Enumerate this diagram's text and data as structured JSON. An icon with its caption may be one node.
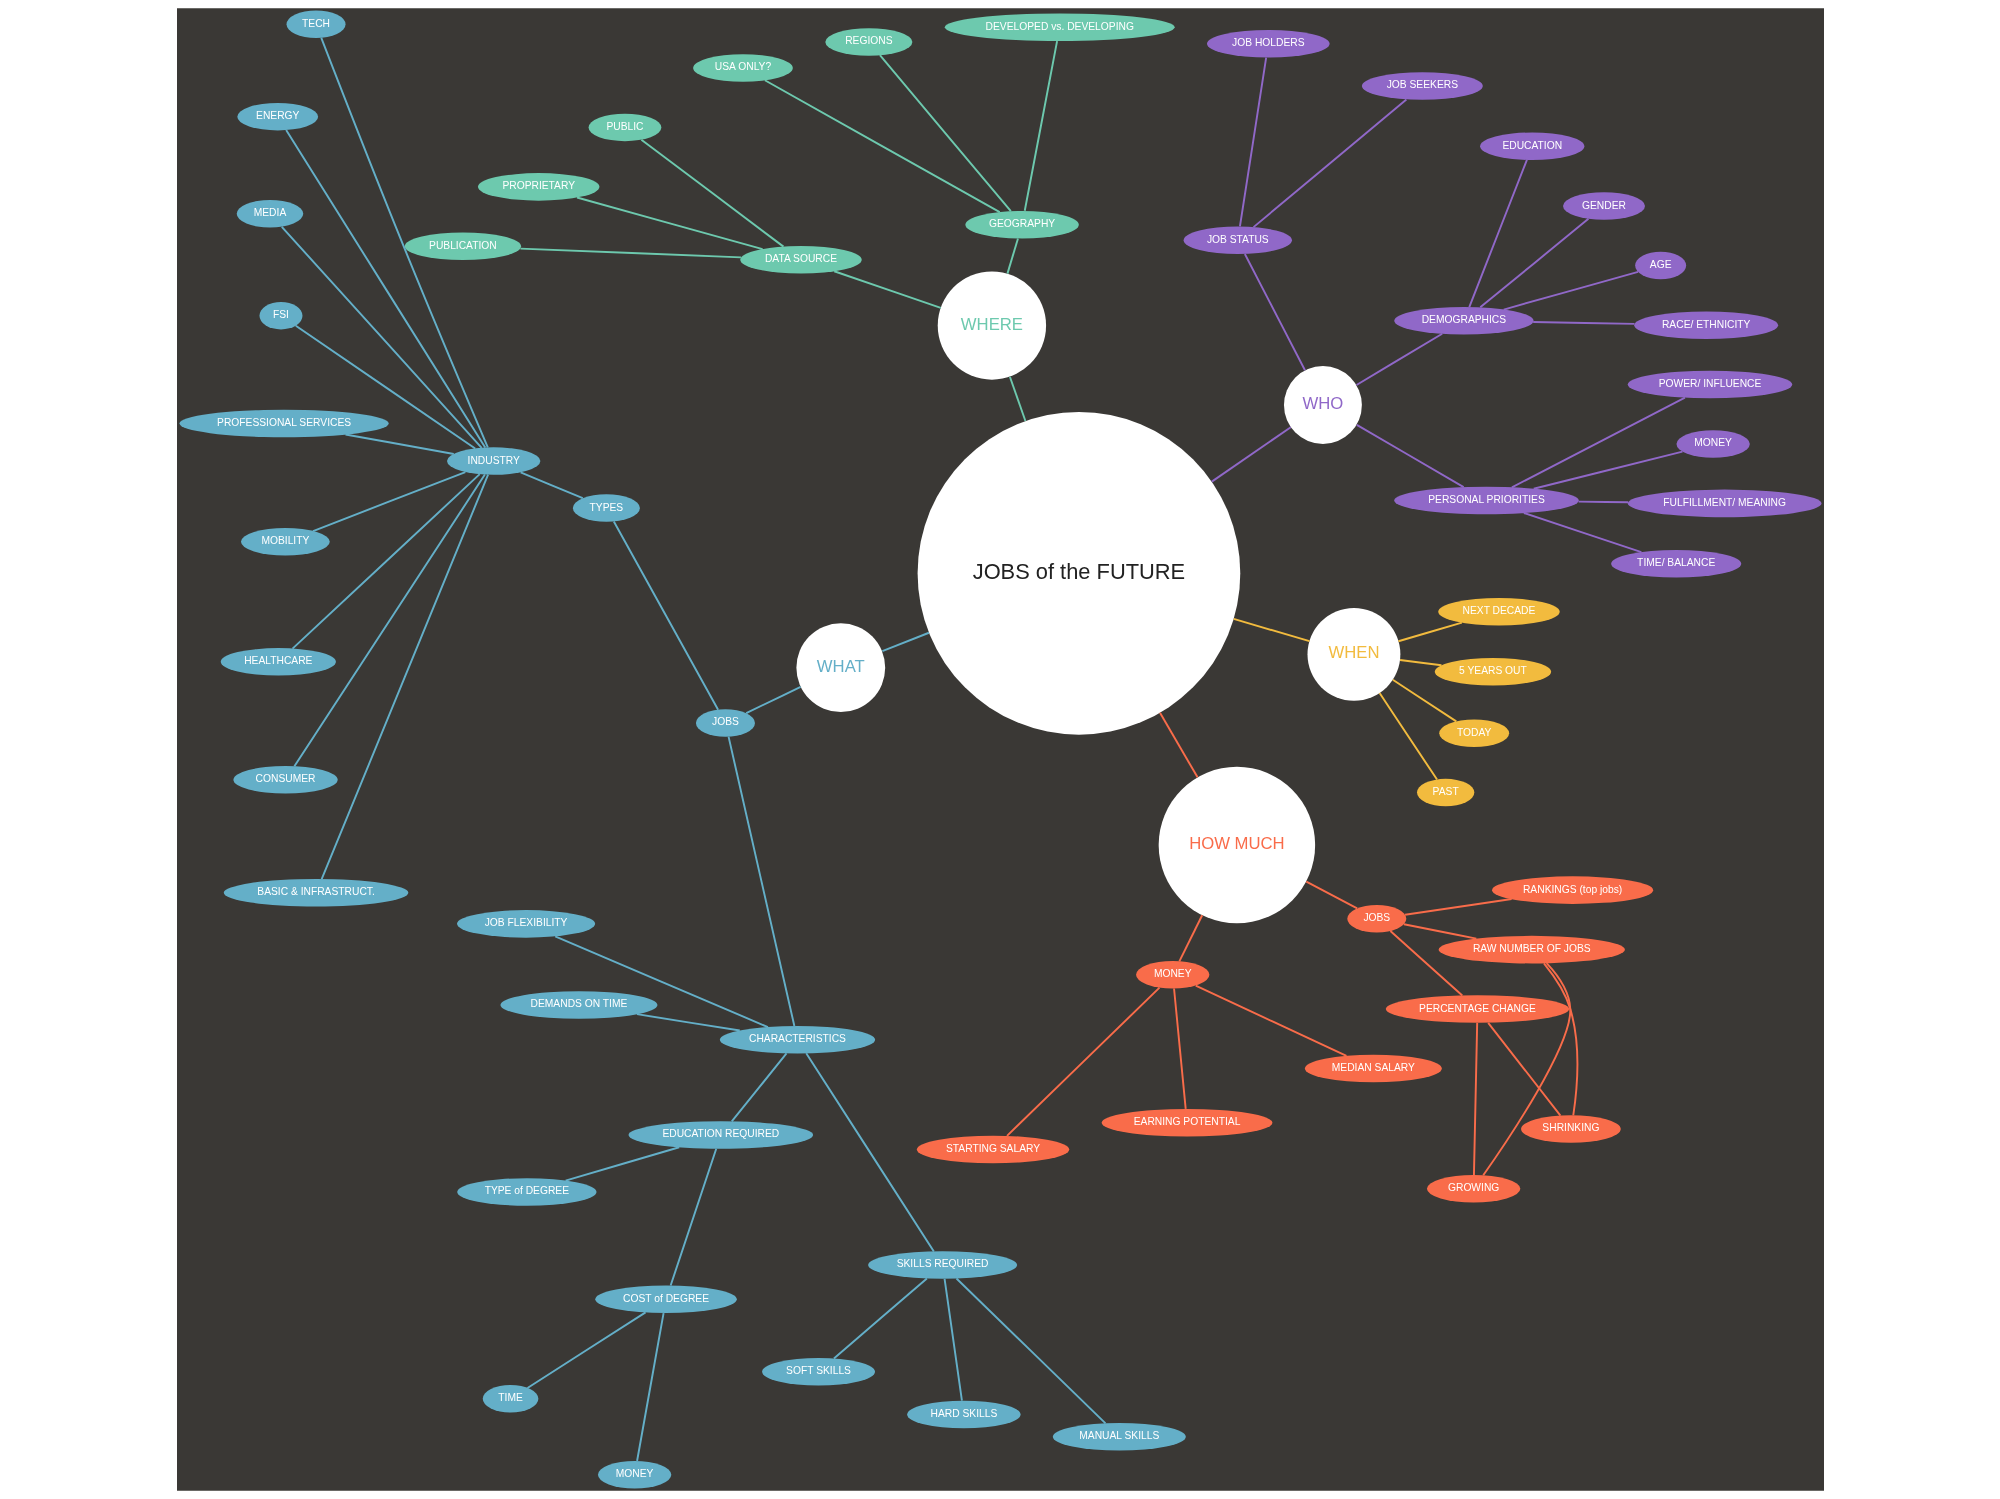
{
  "diagram": {
    "nodes": [
      {
        "text": [
          "JOBS of the FUTURE"
        ]
      },
      {
        "text": [
          "WHO"
        ]
      },
      {
        "text": [
          "WHERE"
        ]
      },
      {
        "text": [
          "WHAT"
        ]
      },
      {
        "text": [
          "HOW MUCH"
        ]
      },
      {
        "text": [
          "WHEN"
        ]
      },
      {
        "text": [
          "PERSONAL PRIORITIES"
        ]
      },
      {
        "text": [
          "TIME/ BALANCE"
        ]
      },
      {
        "text": [
          "FULFILLMENT/ MEANING"
        ]
      },
      {
        "text": [
          "MONEY"
        ]
      },
      {
        "text": [
          "POWER/ INFLUENCE"
        ]
      },
      {
        "text": [
          "DEMOGRAPHICS"
        ]
      },
      {
        "text": [
          "RACE/ ETHNICITY"
        ]
      },
      {
        "text": [
          "AGE"
        ]
      },
      {
        "text": [
          "GENDER"
        ]
      },
      {
        "text": [
          "EDUCATION"
        ]
      },
      {
        "text": [
          "JOB STATUS"
        ]
      },
      {
        "text": [
          "JOB SEEKERS"
        ]
      },
      {
        "text": [
          "JOB HOLDERS"
        ]
      },
      {
        "text": [
          "GEOGRAPHY"
        ]
      },
      {
        "text": [
          "DEVELOPED vs. DEVELOPING"
        ]
      },
      {
        "text": [
          "REGIONS"
        ]
      },
      {
        "text": [
          "USA ONLY?"
        ]
      },
      {
        "text": [
          "DATA SOURCE"
        ]
      },
      {
        "text": [
          "PUBLIC"
        ]
      },
      {
        "text": [
          "PROPRIETARY"
        ]
      },
      {
        "text": [
          "PUBLICATION"
        ]
      },
      {
        "text": [
          "JOBS"
        ]
      },
      {
        "text": [
          "TYPES"
        ]
      },
      {
        "text": [
          "INDUSTRY"
        ]
      },
      {
        "text": [
          "TECH"
        ]
      },
      {
        "text": [
          "ENERGY"
        ]
      },
      {
        "text": [
          "MEDIA"
        ]
      },
      {
        "text": [
          "FSI"
        ]
      },
      {
        "text": [
          "PROFESSIONAL SERVICES"
        ]
      },
      {
        "text": [
          "MOBILITY"
        ]
      },
      {
        "text": [
          "HEALTHCARE"
        ]
      },
      {
        "text": [
          "CONSUMER"
        ]
      },
      {
        "text": [
          "BASIC & INFRASTRUCT."
        ]
      },
      {
        "text": [
          "CHARACTERISTICS"
        ]
      },
      {
        "text": [
          "JOB FLEXIBILITY"
        ]
      },
      {
        "text": [
          "DEMANDS ON TIME"
        ]
      },
      {
        "text": [
          "EDUCATION REQUIRED"
        ]
      },
      {
        "text": [
          "TYPE of DEGREE"
        ]
      },
      {
        "text": [
          "COST of DEGREE"
        ]
      },
      {
        "text": [
          "TIME"
        ]
      },
      {
        "text": [
          "MONEY"
        ]
      },
      {
        "text": [
          "SKILLS REQUIRED"
        ]
      },
      {
        "text": [
          "SOFT SKILLS"
        ]
      },
      {
        "text": [
          "HARD SKILLS"
        ]
      },
      {
        "text": [
          "MANUAL SKILLS"
        ]
      },
      {
        "text": [
          "MONEY"
        ]
      },
      {
        "text": [
          "STARTING SALARY"
        ]
      },
      {
        "text": [
          "EARNING POTENTIAL"
        ]
      },
      {
        "text": [
          "MEDIAN SALARY"
        ]
      },
      {
        "text": [
          "JOBS"
        ]
      },
      {
        "text": [
          "PERCENTAGE CHANGE"
        ]
      },
      {
        "text": [
          "GROWING"
        ]
      },
      {
        "text": [
          "SHRINKING"
        ]
      },
      {
        "text": [
          "RAW NUMBER OF JOBS"
        ]
      },
      {
        "text": [
          "RANKINGS (top jobs)"
        ]
      },
      {
        "text": [
          "PAST"
        ]
      },
      {
        "text": [
          "TODAY"
        ]
      },
      {
        "text": [
          "5 YEARS OUT"
        ]
      },
      {
        "text": [
          "NEXT DECADE"
        ]
      }
    ],
    "edges": [
      {
        "from": 0,
        "to": 1,
        "arrow": "none",
        "color": "#9068c8"
      },
      {
        "from": 0,
        "to": 2,
        "arrow": "none",
        "color": "#6dc9ae"
      },
      {
        "from": 0,
        "to": 3,
        "arrow": "none"
      },
      {
        "from": 0,
        "to": 4,
        "arrow": "none",
        "color": "#f96c4a"
      },
      {
        "from": 0,
        "to": 5,
        "arrow": "none",
        "color": "#f2bb3e"
      },
      {
        "from": 1,
        "to": 6,
        "arrow": "none",
        "color": "#9068c8"
      },
      {
        "from": 6,
        "to": 7,
        "arrow": "none",
        "color": "#9068c8"
      },
      {
        "from": 6,
        "to": 8,
        "arrow": "none",
        "color": "#9068c8"
      },
      {
        "from": 6,
        "to": 9,
        "arrow": "none",
        "color": "#9068c8"
      },
      {
        "from": 6,
        "to": 10,
        "arrow": "none",
        "color": "#9068c8"
      },
      {
        "from": 1,
        "to": 11,
        "arrow": "none",
        "color": "#9068c8"
      },
      {
        "from": 11,
        "to": 12,
        "arrow": "none",
        "color": "#9068c8"
      },
      {
        "from": 11,
        "to": 13,
        "arrow": "none",
        "color": "#9068c8"
      },
      {
        "from": 11,
        "to": 14,
        "arrow": "none",
        "color": "#9068c8"
      },
      {
        "from": 11,
        "to": 15,
        "arrow": "none",
        "color": "#9068c8"
      },
      {
        "from": 1,
        "to": 16,
        "arrow": "none",
        "color": "#9068c8"
      },
      {
        "from": 16,
        "to": 17,
        "arrow": "none",
        "color": "#9068c8"
      },
      {
        "from": 16,
        "to": 18,
        "arrow": "none",
        "color": "#9068c8"
      },
      {
        "from": 2,
        "to": 19,
        "arrow": "none",
        "color": "#6dc9ae"
      },
      {
        "from": 19,
        "to": 20,
        "arrow": "none",
        "color": "#6dc9ae"
      },
      {
        "from": 19,
        "to": 21,
        "arrow": "none",
        "color": "#6dc9ae"
      },
      {
        "from": 19,
        "to": 22,
        "arrow": "none",
        "color": "#6dc9ae"
      },
      {
        "from": 2,
        "to": 23,
        "arrow": "none",
        "color": "#6dc9ae"
      },
      {
        "from": 23,
        "to": 24,
        "arrow": "none",
        "color": "#6dc9ae"
      },
      {
        "from": 23,
        "to": 25,
        "arrow": "none",
        "color": "#6dc9ae"
      },
      {
        "from": 23,
        "to": 26,
        "arrow": "none",
        "color": "#6dc9ae"
      },
      {
        "from": 3,
        "to": 27,
        "arrow": "none"
      },
      {
        "from": 27,
        "to": 28,
        "arrow": "none"
      },
      {
        "from": 28,
        "to": 29,
        "arrow": "none"
      },
      {
        "from": 29,
        "to": 30,
        "arrow": "none"
      },
      {
        "from": 29,
        "to": 31,
        "arrow": "none"
      },
      {
        "from": 29,
        "to": 32,
        "arrow": "none"
      },
      {
        "from": 29,
        "to": 33,
        "arrow": "none"
      },
      {
        "from": 29,
        "to": 34,
        "arrow": "none"
      },
      {
        "from": 29,
        "to": 35,
        "arrow": "none"
      },
      {
        "from": 29,
        "to": 36,
        "arrow": "none"
      },
      {
        "from": 29,
        "to": 37,
        "arrow": "none"
      },
      {
        "from": 29,
        "to": 38,
        "arrow": "none"
      },
      {
        "from": 27,
        "to": 39,
        "arrow": "none"
      },
      {
        "from": 39,
        "to": 40,
        "arrow": "none"
      },
      {
        "from": 39,
        "to": 41,
        "arrow": "none"
      },
      {
        "from": 39,
        "to": 42,
        "arrow": "none"
      },
      {
        "from": 42,
        "to": 43,
        "arrow": "none"
      },
      {
        "from": 42,
        "to": 44,
        "arrow": "none"
      },
      {
        "from": 44,
        "to": 45,
        "arrow": "none"
      },
      {
        "from": 44,
        "to": 46,
        "arrow": "none"
      },
      {
        "from": 39,
        "to": 47,
        "arrow": "none"
      },
      {
        "from": 47,
        "to": 48,
        "arrow": "none"
      },
      {
        "from": 47,
        "to": 49,
        "arrow": "none"
      },
      {
        "from": 47,
        "to": 50,
        "arrow": "none"
      },
      {
        "from": 4,
        "to": 51,
        "arrow": "none",
        "color": "#f96c4a"
      },
      {
        "from": 51,
        "to": 52,
        "arrow": "none",
        "color": "#f96c4a"
      },
      {
        "from": 51,
        "to": 53,
        "arrow": "none",
        "color": "#f96c4a"
      },
      {
        "from": 51,
        "to": 54,
        "arrow": "none",
        "color": "#f96c4a"
      },
      {
        "from": 4,
        "to": 55,
        "arrow": "none",
        "color": "#f96c4a"
      },
      {
        "from": 55,
        "to": 56,
        "arrow": "none",
        "color": "#f96c4a"
      },
      {
        "from": 56,
        "to": 57,
        "arrow": "none",
        "color": "#f96c4a"
      },
      {
        "from": 56,
        "to": 58,
        "arrow": "none",
        "color": "#f96c4a"
      },
      {
        "from": 55,
        "to": 59,
        "arrow": "none",
        "color": "#f96c4a"
      },
      {
        "from": 59,
        "to": 57,
        "arrow": "none",
        "color": "#f96c4a"
      },
      {
        "from": 59,
        "to": 58,
        "arrow": "none",
        "color": "#f96c4a"
      },
      {
        "from": 55,
        "to": 60,
        "arrow": "none",
        "color": "#f96c4a"
      },
      {
        "from": 5,
        "to": 61,
        "arrow": "none",
        "color": "#f2bb3e"
      },
      {
        "from": 5,
        "to": 62,
        "arrow": "none",
        "color": "#f2bb3e"
      },
      {
        "from": 5,
        "to": 63,
        "arrow": "none",
        "color": "#f2bb3e"
      },
      {
        "from": 5,
        "to": 64,
        "arrow": "none",
        "color": "#f2bb3e"
      }
    ]
  }
}
